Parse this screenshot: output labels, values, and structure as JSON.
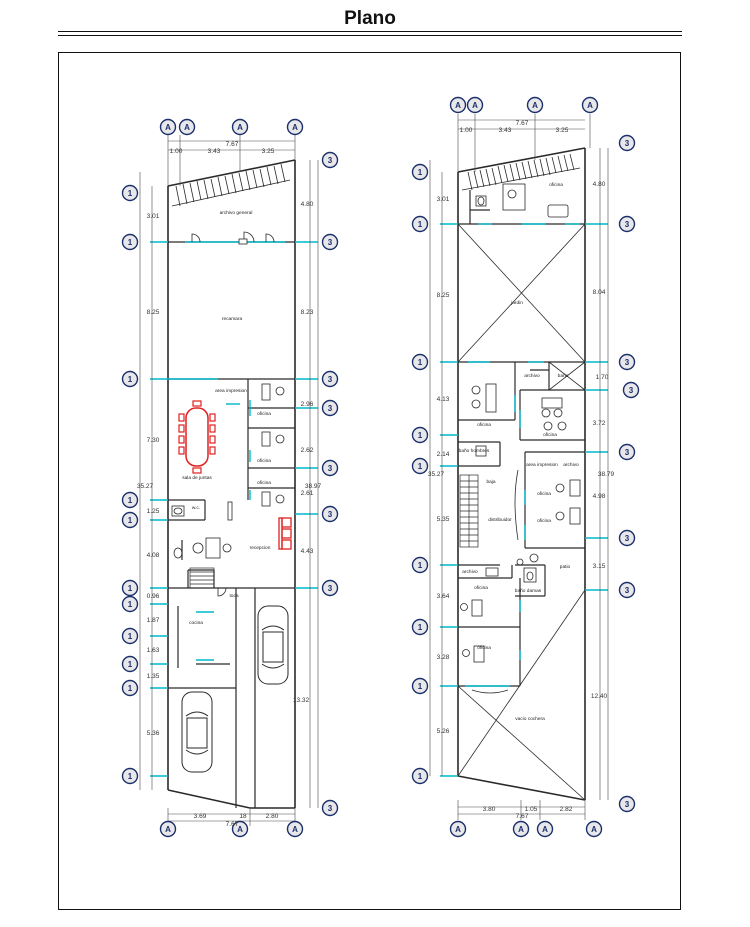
{
  "title": "Plano",
  "grid_markers": {
    "axis_a": "A",
    "axis_1": "1",
    "axis_3": "3"
  },
  "plan_left": {
    "dims_top": {
      "total": "7.67",
      "a": "1.00",
      "b": "3.43",
      "c": "3.25"
    },
    "dims_left": [
      "3.01",
      "8.25",
      "7.30",
      "1.25",
      "4.08",
      "0.96",
      "1.87",
      "1.63",
      "1.35",
      "5.36"
    ],
    "dim_left_total": "35.27",
    "dims_right": [
      "4.80",
      "8.23",
      "2.96",
      "2.62",
      "2.61",
      "4.43",
      "13.32"
    ],
    "dim_right_total": "38.97",
    "dims_bottom": {
      "a": "3.69",
      "b": "18",
      "c": "2.80",
      "total": "7.67"
    },
    "rooms": {
      "archivo_general": "archivo general",
      "recamara": "recamara",
      "area_impresion": "area impresion",
      "oficina1": "oficina",
      "oficina2": "oficina",
      "oficina3": "oficina",
      "sala_juntas": "sala de juntas",
      "wc": "w.c.",
      "recepcion": "recepcion",
      "cocina": "cocina",
      "tocador": "toca"
    }
  },
  "plan_right": {
    "dims_top": {
      "total": "7.67",
      "a": "1.00",
      "b": "3.43",
      "c": "3.25"
    },
    "dims_left": [
      "3.01",
      "8.25",
      "4.13",
      "2.14",
      "5.35",
      "3.64",
      "3.28",
      "5.26"
    ],
    "dim_left_total": "35.27",
    "dims_right": [
      "4.80",
      "8.04",
      "1.70",
      "3.72",
      "4.98",
      "3.15",
      "12.40"
    ],
    "dim_right_total": "38.79",
    "dims_bottom": {
      "a": "3.80",
      "b": "1.05",
      "c": "2.82",
      "total": "7.67"
    },
    "rooms": {
      "oficina_top": "oficina",
      "jardin": "jardin",
      "archivo1": "archivo",
      "bano": "baño",
      "oficina_l": "oficina",
      "oficina_r": "oficina",
      "bano_hombres": "baño hombres",
      "area_impresion": "area impresion",
      "archivo2": "archivo",
      "baja": "baja",
      "oficina_m1": "oficina",
      "oficina_m2": "oficina",
      "distribuidor": "distribuidor",
      "archivo3": "archivo",
      "patio": "patio",
      "oficina_b1": "oficina",
      "bano_damas": "baño damas",
      "oficina_b2": "oficina",
      "vacio_cochera": "vacio cochera"
    }
  },
  "colors": {
    "wall": "#2a2a2a",
    "dim": "#4a4a4a",
    "cyan": "#00b7c9",
    "red": "#e02020",
    "marker_fill": "#e8e8ea"
  }
}
